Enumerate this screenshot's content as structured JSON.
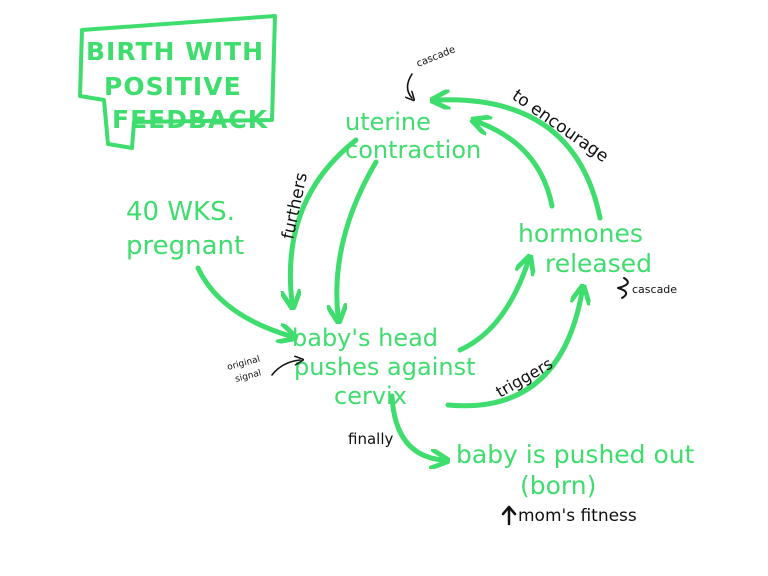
{
  "title": {
    "line1": "BIRTH WITH",
    "line2": "POSITIVE",
    "line3": "FEEDBACK"
  },
  "nodes": {
    "uterine": {
      "line1": "uterine",
      "line2": "contraction"
    },
    "pregnant": {
      "line1": "40 WKS.",
      "line2": "pregnant"
    },
    "hormones": {
      "line1": "hormones",
      "line2": "released"
    },
    "head": {
      "line1": "baby's head",
      "line2": "pushes against",
      "line3": "cervix"
    },
    "born": {
      "line1": "baby is pushed out",
      "line2": "(born)"
    }
  },
  "labels": {
    "cascade_top": "cascade",
    "cascade_right": "cascade",
    "furthers": "furthers",
    "to_encourage": "to encourage",
    "triggers": "triggers",
    "finally": "finally",
    "original_signal_1": "original",
    "original_signal_2": "signal",
    "moms_fitness": "mom's fitness"
  },
  "colors": {
    "accent": "#3fdc6e",
    "ink": "#111111"
  }
}
